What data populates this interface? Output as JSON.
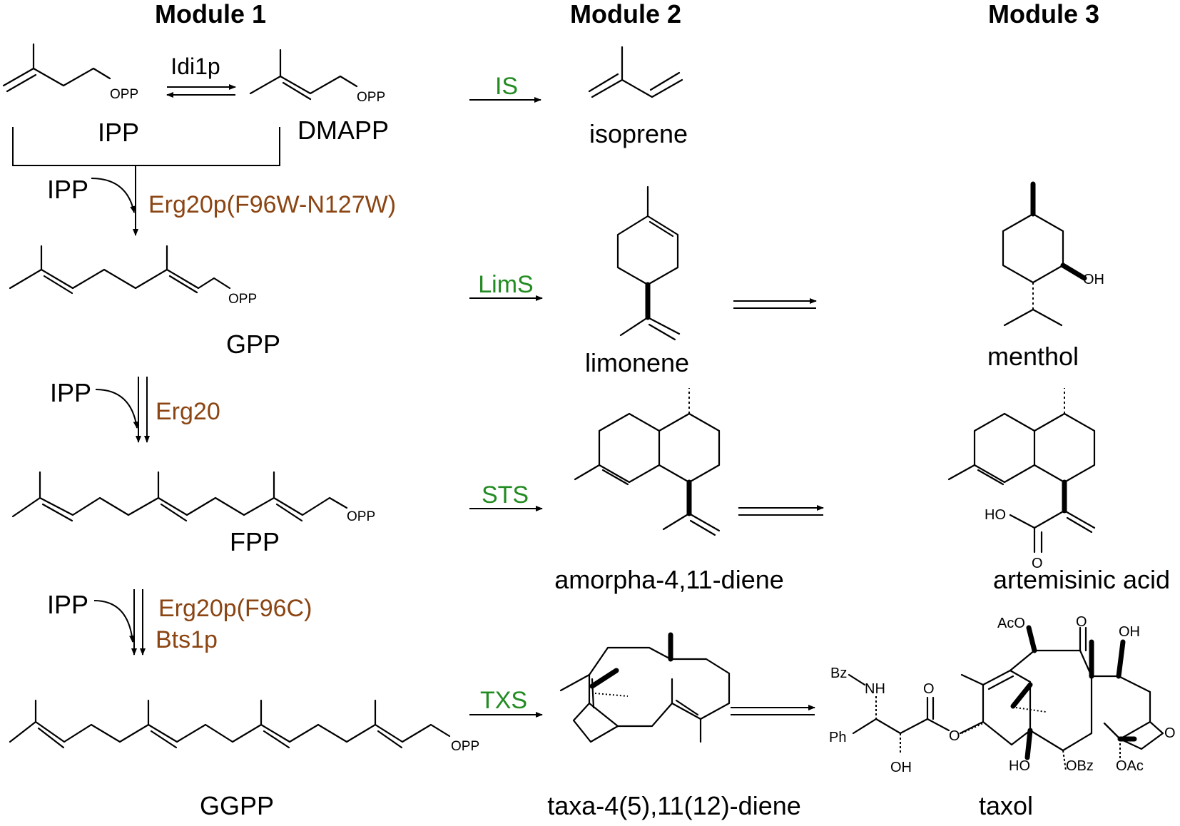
{
  "modules": [
    {
      "title": "Module 1"
    },
    {
      "title": "Module 2"
    },
    {
      "title": "Module 3"
    }
  ],
  "module1": {
    "ipp": "IPP",
    "dmapp": "DMAPP",
    "isomerase": "Idi1p",
    "gpp": "GPP",
    "fpp": "FPP",
    "ggpp": "GGPP",
    "ipp_input": "IPP",
    "steps": [
      {
        "enzyme": "Erg20p(F96W-N127W)",
        "color": "#8B4513"
      },
      {
        "enzyme": "Erg20",
        "color": "#8B4513"
      },
      {
        "enzyme": "Erg20p(F96C)",
        "enzyme2": "Bts1p",
        "color": "#8B4513"
      }
    ]
  },
  "module2": [
    {
      "enzyme": "IS",
      "product": "isoprene",
      "color": "#228B22"
    },
    {
      "enzyme": "LimS",
      "product": "limonene",
      "color": "#228B22"
    },
    {
      "enzyme": "STS",
      "product": "amorpha-4,11-diene",
      "color": "#228B22"
    },
    {
      "enzyme": "TXS",
      "product": "taxa-4(5),11(12)-diene",
      "color": "#228B22"
    }
  ],
  "module3": [
    {
      "product": "menthol"
    },
    {
      "product": "artemisinic acid"
    },
    {
      "product": "taxol"
    }
  ],
  "groups": {
    "opp": "OPP",
    "oh": "OH",
    "ho": "HO",
    "o": "O",
    "aco": "AcO",
    "nh": "NH",
    "bz": "Bz",
    "ph": "Ph",
    "obz": "OBz",
    "oac": "OAc"
  }
}
